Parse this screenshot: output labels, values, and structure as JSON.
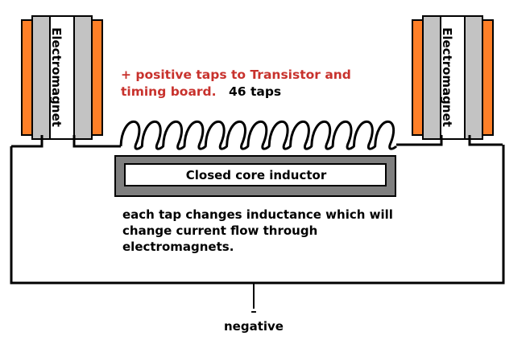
{
  "diagram": {
    "electromagnet_left_label": "Electromagnet",
    "electromagnet_right_label": "Electromagnet",
    "taps_note_line1": "+ positive taps to Transistor and",
    "taps_note_line2": "timing board.",
    "taps_count": "46 taps",
    "inductor_label": "Closed core inductor",
    "description_line1": "each tap changes inductance which will",
    "description_line2": "change current flow through",
    "description_line3": "electromagnets.",
    "negative_sign": "–",
    "negative_label": "negative"
  },
  "colors": {
    "orange": "#ff7f27",
    "magnet_gray": "#c3c3c3",
    "core_gray": "#7f7f7f",
    "red_text": "#c8322d",
    "wire": "#000000"
  }
}
